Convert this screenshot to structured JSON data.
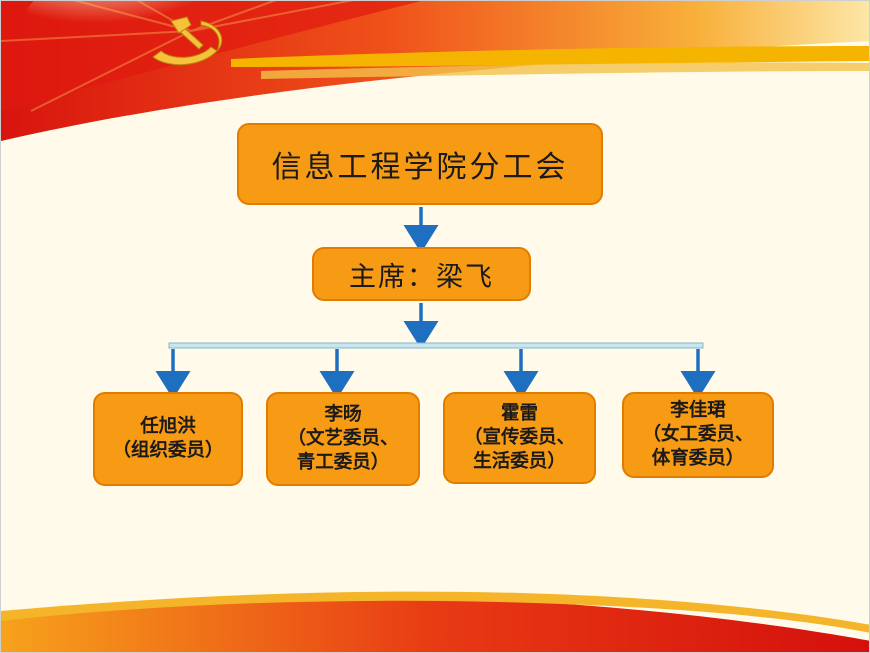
{
  "org": {
    "title": "信息工程学院分工会",
    "chair": "主席：梁飞",
    "members": [
      {
        "lines": [
          "任旭洪",
          "（组织委员）"
        ]
      },
      {
        "lines": [
          "李旸",
          "（文艺委员、",
          "青工委员）"
        ]
      },
      {
        "lines": [
          "霍雷",
          "（宣传委员、",
          "生活委员）"
        ]
      },
      {
        "lines": [
          "李佳珺",
          "（女工委员、",
          "体育委员）"
        ]
      }
    ]
  },
  "colors": {
    "box_fill": "#f79a14",
    "box_border": "#e07c00",
    "arrow": "#1f6fc0",
    "banner_red": "#e8231a",
    "banner_gold": "#f5b400"
  },
  "icons": {
    "emblem": "hammer-and-sickle-icon"
  }
}
